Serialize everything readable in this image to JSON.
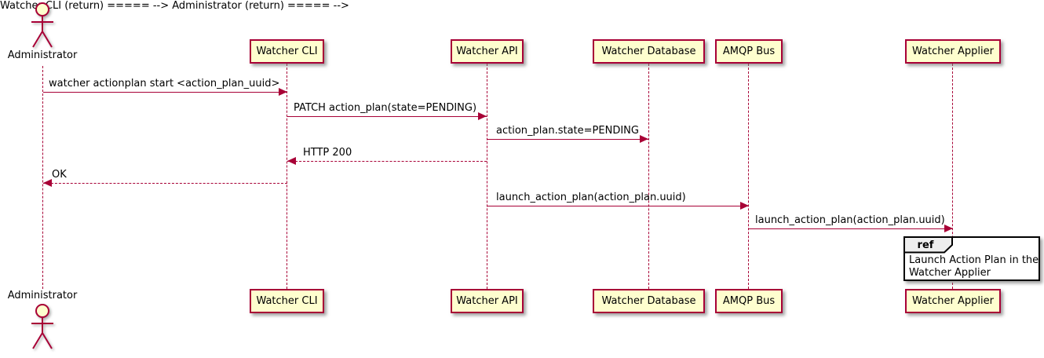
{
  "diagram_type": "plantuml-sequence",
  "colors": {
    "accent": "#A80036",
    "participant_fill": "#FEFECE",
    "participant_border": "#A80036",
    "actor_head_fill": "#FEFECE",
    "ref_fill": "#FFFFFF",
    "ref_border": "#000000",
    "ref_tab_fill": "#EEEEEE",
    "text": "#000000"
  },
  "actor": {
    "label": "Administrator"
  },
  "participants": [
    {
      "label": "Watcher CLI"
    },
    {
      "label": "Watcher API"
    },
    {
      "label": "Watcher Database"
    },
    {
      "label": "AMQP Bus"
    },
    {
      "label": "Watcher Applier"
    }
  ],
  "messages": [
    {
      "from": "Administrator",
      "to": "Watcher CLI",
      "line": "solid",
      "label": "watcher actionplan start <action_plan_uuid>"
    },
    {
      "from": "Watcher CLI",
      "to": "Watcher API",
      "line": "solid",
      "label": "PATCH action_plan(state=PENDING)"
    },
    {
      "from": "Watcher API",
      "to": "Watcher Database",
      "line": "solid",
      "label": "action_plan.state=PENDING"
    },
    {
      "from": "Watcher API",
      "to": "Watcher CLI",
      "line": "dashed",
      "label": "HTTP 200"
    },
    {
      "from": "Watcher CLI",
      "to": "Administrator",
      "line": "dashed",
      "label": "OK"
    },
    {
      "from": "Watcher API",
      "to": "AMQP Bus",
      "line": "solid",
      "label": "launch_action_plan(action_plan.uuid)"
    },
    {
      "from": "AMQP Bus",
      "to": "Watcher Applier",
      "line": "solid",
      "label": "launch_action_plan(action_plan.uuid)"
    }
  ],
  "ref_fragment": {
    "keyword": "ref",
    "over": "Watcher Applier",
    "line1": "Launch Action Plan in the",
    "line2": "Watcher Applier"
  }
}
